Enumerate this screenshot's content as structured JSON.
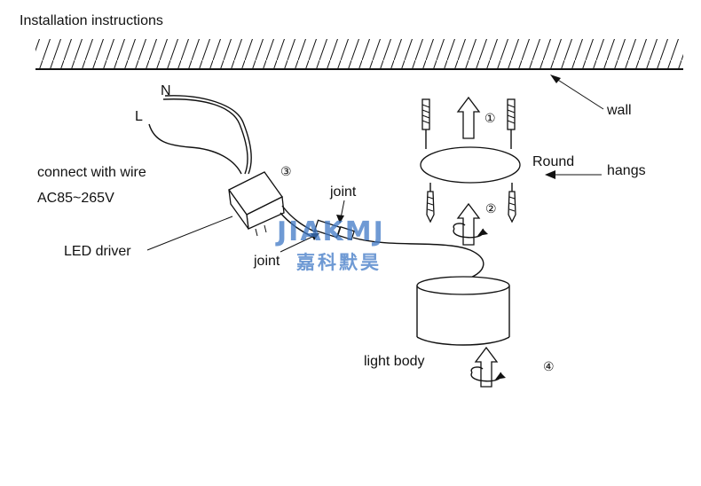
{
  "title": "Installation instructions",
  "labels": {
    "wall": "wall",
    "round": "Round",
    "hangs": "hangs",
    "connect_with_wire": "connect with wire",
    "voltage": "AC85~265V",
    "led_driver": "LED driver",
    "joint_top": "joint",
    "joint_bottom": "joint",
    "light_body": "light body",
    "terminal_n": "N",
    "terminal_l": "L"
  },
  "steps": {
    "step1": "①",
    "step2": "②",
    "step3": "③",
    "step4": "④"
  },
  "watermark": {
    "latin": "JIAKMJ",
    "chinese": "嘉科默昊"
  }
}
